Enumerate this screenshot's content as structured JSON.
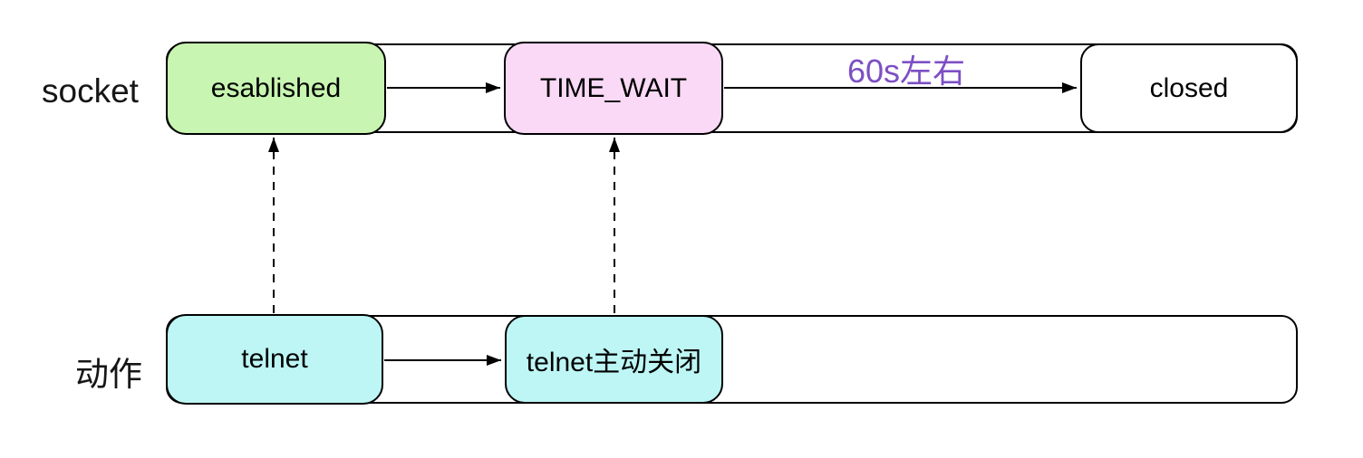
{
  "diagram": {
    "lanes": [
      {
        "label": "socket",
        "boxes": [
          {
            "label": "esablished",
            "fill": "#c8f5b1"
          },
          {
            "label": "TIME_WAIT",
            "fill": "#f9d9f5"
          },
          {
            "label": "closed",
            "fill": "#ffffff"
          }
        ]
      },
      {
        "label": "动作",
        "boxes": [
          {
            "label": "telnet",
            "fill": "#bdf6f4"
          },
          {
            "label": "telnet主动关闭",
            "fill": "#bdf6f4"
          }
        ]
      }
    ],
    "annotations": [
      {
        "label": "60s左右",
        "color": "#7d4fc4"
      }
    ],
    "connections": [
      {
        "from": "esablished",
        "to": "TIME_WAIT",
        "style": "solid",
        "label": ""
      },
      {
        "from": "TIME_WAIT",
        "to": "closed",
        "style": "solid",
        "label": "60s左右"
      },
      {
        "from": "telnet",
        "to": "telnet主动关闭",
        "style": "solid",
        "label": ""
      },
      {
        "from": "telnet",
        "to": "esablished",
        "style": "dashed",
        "label": ""
      },
      {
        "from": "telnet主动关闭",
        "to": "TIME_WAIT",
        "style": "dashed",
        "label": ""
      }
    ]
  },
  "colors": {
    "established_fill": "#c8f5b1",
    "time_wait_fill": "#f9d9f5",
    "closed_fill": "#ffffff",
    "action_fill": "#bdf6f4",
    "annotation_text": "#7d4fc4",
    "line": "#000000",
    "background": "#ffffff"
  }
}
